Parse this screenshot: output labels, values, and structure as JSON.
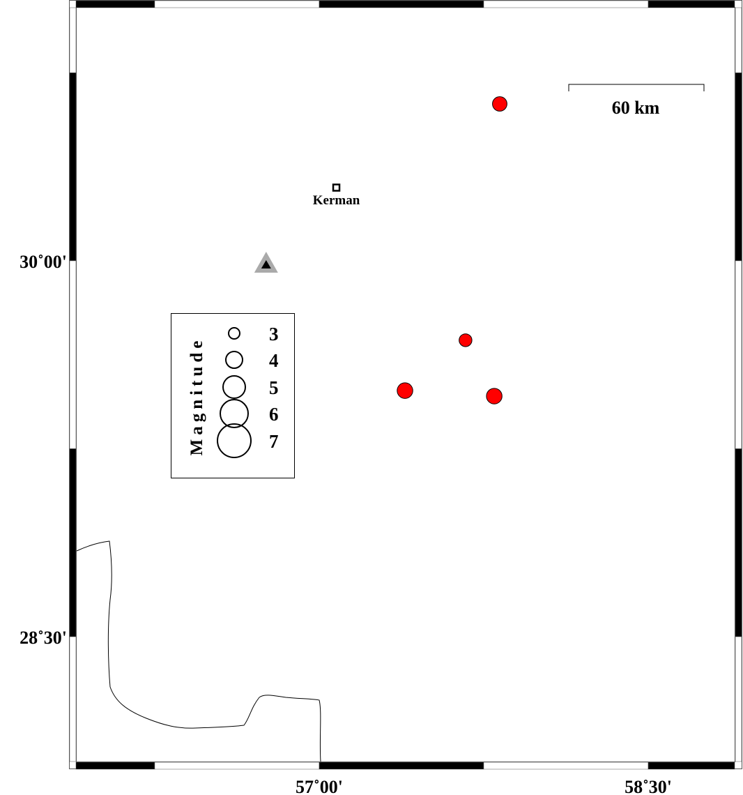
{
  "map": {
    "lon_range": [
      55.891,
      58.894
    ],
    "lat_range": [
      28.002,
      31.01
    ],
    "x_ticks": [
      {
        "value": 57.0,
        "label": "57˚00'"
      },
      {
        "value": 58.5,
        "label": "58˚30'"
      }
    ],
    "y_ticks": [
      {
        "value": 30.0,
        "label": "30˚00'"
      },
      {
        "value": 28.5,
        "label": "28˚30'"
      }
    ],
    "frame_colors": [
      "#000000",
      "#ffffff"
    ]
  },
  "scale_bar": {
    "label": "60 km"
  },
  "city": {
    "name": "Kerman",
    "lon": 57.078,
    "lat": 30.292
  },
  "station": {
    "lon": 56.758,
    "lat": 29.986,
    "color": "#aaaaaa"
  },
  "events": [
    {
      "lon": 57.823,
      "lat": 30.626,
      "mag": 3.6
    },
    {
      "lon": 57.667,
      "lat": 29.683,
      "mag": 3.3
    },
    {
      "lon": 57.391,
      "lat": 29.482,
      "mag": 3.8
    },
    {
      "lon": 57.798,
      "lat": 29.46,
      "mag": 3.8
    }
  ],
  "event_color": "#ff0000",
  "legend": {
    "title": "Magnitude",
    "items": [
      {
        "mag": 3,
        "label": "3"
      },
      {
        "mag": 4,
        "label": "4"
      },
      {
        "mag": 5,
        "label": "5"
      },
      {
        "mag": 6,
        "label": "6"
      },
      {
        "mag": 7,
        "label": "7"
      }
    ]
  }
}
